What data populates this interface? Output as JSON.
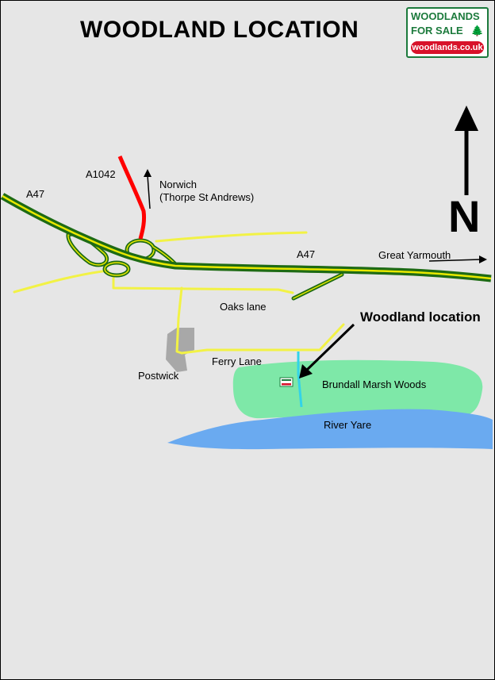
{
  "title": "WOODLAND LOCATION",
  "logo": {
    "line1": "WOODLANDS",
    "line2": "FOR SALE",
    "url": "woodlands.co.uk",
    "tree_icon": "tree-icon"
  },
  "north": {
    "label": "N",
    "arrow_icon": "north-arrow-icon"
  },
  "labels": {
    "a47_west": "A47",
    "a47_east": "A47",
    "a1042": "A1042",
    "norwich_1": "Norwich",
    "norwich_2": "(Thorpe St Andrews)",
    "great_yarmouth": "Great Yarmouth",
    "oaks_lane": "Oaks lane",
    "ferry_lane": "Ferry Lane",
    "postwick": "Postwick",
    "brundall": "Brundall Marsh Woods",
    "river_yare": "River Yare",
    "woodland_location": "Woodland location"
  },
  "colors": {
    "background": "#e6e6e6",
    "main_road": "#1e6b14",
    "main_road_center": "#e8e800",
    "minor_road": "#f2f245",
    "a1042_road": "#ff0000",
    "wood": "#7ee8a8",
    "river": "#6aaaf0",
    "stream": "#33d3e8",
    "village": "#a8a8a8"
  }
}
